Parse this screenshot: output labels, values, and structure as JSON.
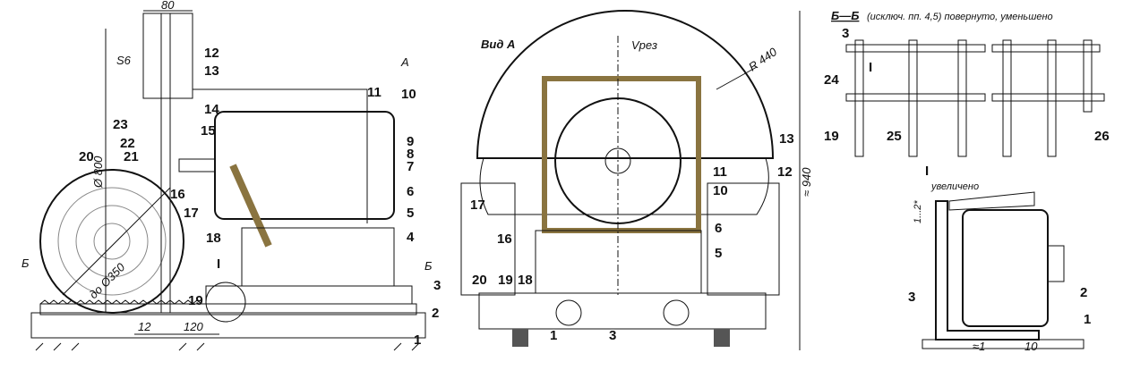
{
  "colors": {
    "wood": "#e8dbb0",
    "metal": "#c9c9c9",
    "frame": "#c8b27a",
    "base": "#cfcfcf",
    "ink": "#111111"
  },
  "side_view": {
    "dims": {
      "width_80": "80",
      "s6": "S6",
      "dia_800": "Ø 800",
      "log_dia": "до Ø350",
      "d12": "12",
      "d120": "120"
    },
    "section_marks": {
      "a_arrow": "А",
      "b_left": "Б",
      "b_right": "Б",
      "detail_I": "I"
    },
    "callouts": [
      "1",
      "2",
      "3",
      "4",
      "5",
      "6",
      "7",
      "8",
      "9",
      "10",
      "11",
      "12",
      "13",
      "14",
      "15",
      "16",
      "17",
      "18",
      "19",
      "20",
      "21",
      "22",
      "23"
    ]
  },
  "view_a": {
    "title": "Вид А",
    "v_cut": "Vрез",
    "radius": "R 440",
    "height": "≈ 940",
    "callouts": {
      "c13": "13",
      "c12": "12",
      "c11": "11",
      "c10": "10",
      "c17": "17",
      "c16": "16",
      "c6": "6",
      "c5": "5",
      "c20": "20",
      "c19": "19",
      "c18": "18",
      "c1": "1",
      "c3": "3"
    }
  },
  "section_bb": {
    "title": "Б—Б",
    "note": "(исключ. пп. 4,5) повернуто, уменьшено",
    "callouts": {
      "c3": "3",
      "cI": "I",
      "c24": "24",
      "c19": "19",
      "c25": "25",
      "c26": "26"
    }
  },
  "detail_I": {
    "title": "I",
    "subtitle": "увеличено",
    "gap": "1...2*",
    "callouts": {
      "c3": "3",
      "c2": "2",
      "c1": "1"
    },
    "dims": {
      "approx1": "≈1",
      "d10": "10"
    }
  }
}
